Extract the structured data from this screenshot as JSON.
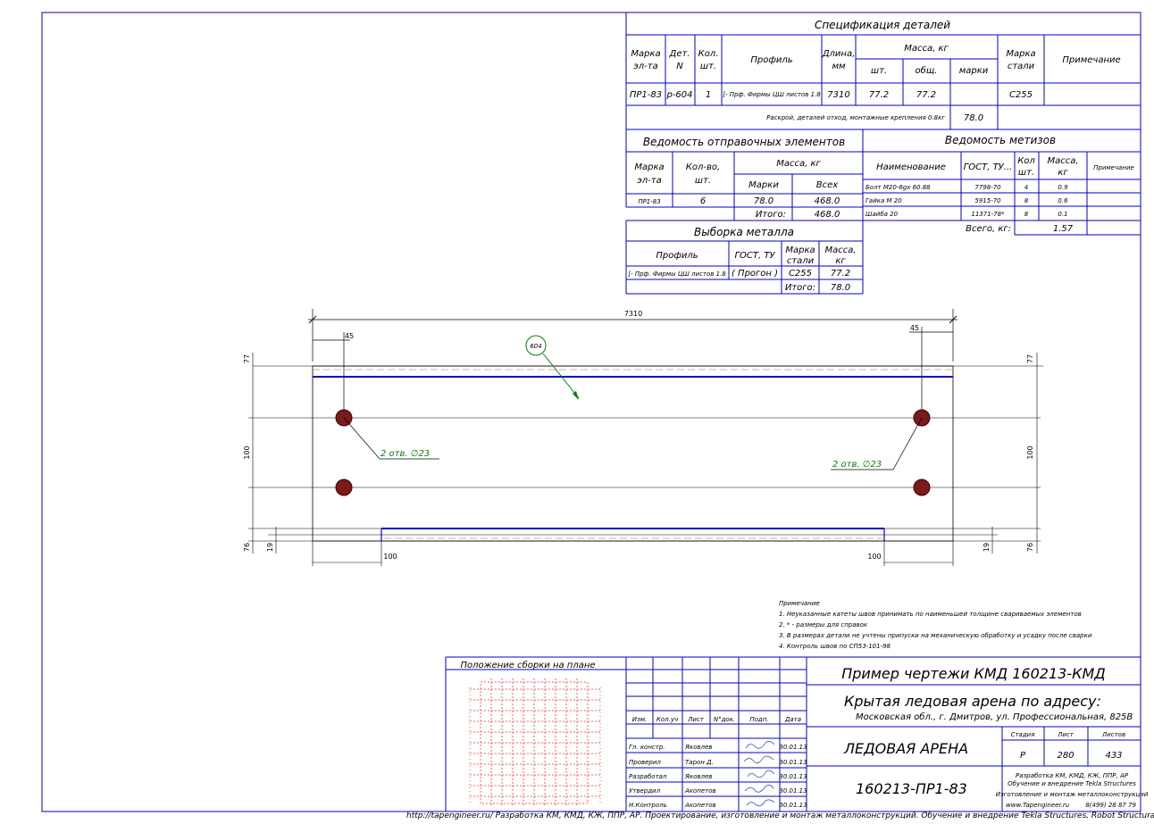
{
  "spec": {
    "title": "Спецификация деталей",
    "h_mark": "Марка",
    "h_mark2": "эл-та",
    "h_det": "Дет.",
    "h_det2": "N",
    "h_qty": "Кол.",
    "h_qty2": "шт.",
    "h_profile": "Профиль",
    "h_len": "Длина,",
    "h_len2": "мм",
    "h_mass": "Масса, кг",
    "h_mass_pc": "шт.",
    "h_mass_tot": "общ.",
    "h_mass_mark": "марки",
    "h_steel": "Марка",
    "h_steel2": "стали",
    "h_note": "Примечание",
    "row": {
      "mark": "ПР1-83",
      "det": "p-604",
      "qty": "1",
      "profile": "[- Прф. Фирмы ЦШ листов 1.8",
      "len": "7310",
      "mass_pc": "77.2",
      "mass_tot": "77.2",
      "steel": "С255"
    },
    "extra_text": "Раскрой, деталей отход, монтажные крепления 0.8кг",
    "extra_mass": "78.0"
  },
  "ship": {
    "title": "Ведомость отправочных элементов",
    "h_mark": "Марка",
    "h_mark2": "эл-та",
    "h_qty": "Кол-во,",
    "h_qty2": "шт.",
    "h_mass": "Масса, кг",
    "h_mass_mark": "Марки",
    "h_mass_all": "Всех",
    "row": {
      "mark": "ПР1-83",
      "qty": "6",
      "m1": "78.0",
      "m2": "468.0"
    },
    "total_label": "Итого:",
    "total": "468.0"
  },
  "hw": {
    "title": "Ведомость метизов",
    "h_name": "Наименование",
    "h_gost": "ГОСТ, ТУ...",
    "h_qty": "Кол",
    "h_qty2": "шт.",
    "h_mass": "Масса,",
    "h_mass2": "кг",
    "h_note": "Примечание",
    "rows": [
      {
        "name": "Болт М20-6gх 60.88",
        "gost": "7798-70",
        "qty": "4",
        "mass": "0.9"
      },
      {
        "name": "Гайка М 20",
        "gost": "5915-70",
        "qty": "8",
        "mass": "0.6"
      },
      {
        "name": "Шайба 20",
        "gost": "11371-78*",
        "qty": "8",
        "mass": "0.1"
      }
    ],
    "total_label": "Всего, кг:",
    "total": "1.57"
  },
  "metal": {
    "title": "Выборка металла",
    "h_profile": "Профиль",
    "h_gost": "ГОСТ, ТУ",
    "h_steel": "Марка",
    "h_steel2": "стали",
    "h_mass": "Масса,",
    "h_mass2": "кг",
    "row": {
      "profile": "[- Прф. Фирмы ЦШ листов 1.8",
      "gost": "( Прогон )",
      "steel": "С255",
      "mass": "77.2"
    },
    "total_label": "Итого:",
    "total": "78.0"
  },
  "drawing": {
    "dim_total": "7310",
    "dim_left_45": "45",
    "dim_right_45": "45",
    "dim_77_l": "77",
    "dim_100_l": "100",
    "dim_76_l": "76",
    "dim_19_l": "19",
    "dim_77_r": "77",
    "dim_100_r": "100",
    "dim_76_r": "76",
    "dim_19_r": "19",
    "dim_bottom_100_l": "100",
    "dim_bottom_100_r": "100",
    "part_bubble": "604",
    "hole_label_l": "2 отв. ∅23",
    "hole_label_r": "2 отв. ∅23"
  },
  "notes": {
    "title": "Примечание",
    "items": [
      "1. Неуказанные катеты швов принимать по наименьшей толщине свариваемых элементов",
      "2. * - размеры для справок",
      "3. В размерах детали не учтены припуски на механическую обработку и усадку после сварки",
      "4. Контроль швов по СП53-101-98"
    ]
  },
  "titleblock": {
    "plan_title": "Положение сборки на плане",
    "project_code": "Пример чертежи КМД 160213-КМД",
    "object_title": "Крытая ледовая арена по адресу:",
    "object_address": "Московская обл., г. Дмитров, ул. Профессиональная, 825В",
    "building": "ЛЕДОВАЯ АРЕНА",
    "sheet_name": "160213-ПР1-83",
    "h_izm": "Изм.",
    "h_kol": "Кол.уч",
    "h_list": "Лист",
    "h_ndok": "N°док.",
    "h_podp": "Подп.",
    "h_data": "Дата",
    "h_stage": "Стадия",
    "h_sheet": "Лист",
    "h_sheets": "Листов",
    "stage": "Р",
    "sheet": "280",
    "sheets": "433",
    "people": [
      {
        "role": "Гл. констр.",
        "name": "Яковлев",
        "date": "30.01.13"
      },
      {
        "role": "Проверил",
        "name": "Тарон Д.",
        "date": "30.01.13"
      },
      {
        "role": "Разработал",
        "name": "Яковлев",
        "date": "30.01.13"
      },
      {
        "role": "Утвердил",
        "name": "Акопетов",
        "date": "30.01.13"
      },
      {
        "role": "Н.Контроль",
        "name": "Акопетов",
        "date": "30.01.13"
      }
    ],
    "company_1": "Разработка КМ, КМД, КЖ, ППР, АР",
    "company_2": "Обучение и внедрение Tekla Structures",
    "company_3": "Изготовление и монтаж металлоконструкций",
    "company_4": "www.Tapengineer.ru",
    "company_phone": "8(499) 28 87 79"
  },
  "footer": "http://tapengineer.ru/  Разработка КМ, КМД, КЖ, ППР, АР. Проектирование, изготовление и монтаж металлоконструкций. Обучение и внедрение Tekla Structures, Robot Structural Analysis."
}
